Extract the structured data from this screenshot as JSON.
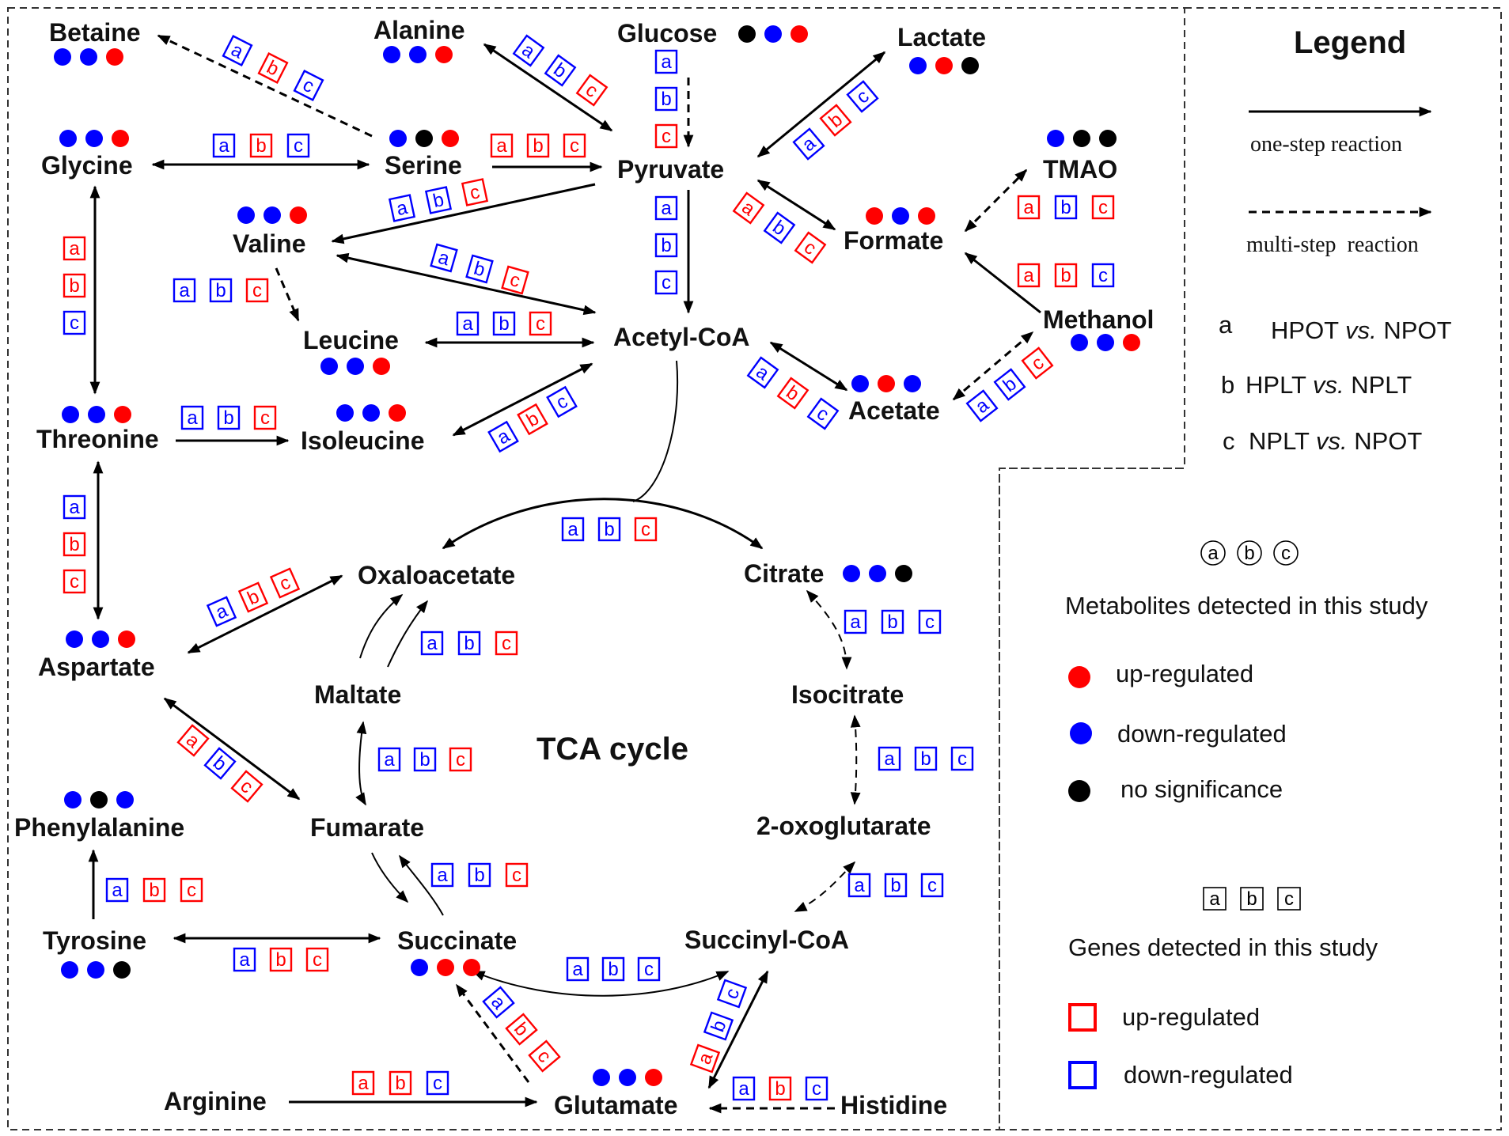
{
  "colors": {
    "up": "#ff0000",
    "down": "#0000ff",
    "ns": "#000000"
  },
  "metabolites": {
    "betaine": {
      "label": "Betaine",
      "dots": [
        "down",
        "down",
        "up"
      ]
    },
    "alanine": {
      "label": "Alanine",
      "dots": [
        "down",
        "down",
        "up"
      ]
    },
    "glucose": {
      "label": "Glucose",
      "dots": [
        "ns",
        "down",
        "up"
      ]
    },
    "lactate": {
      "label": "Lactate",
      "dots": [
        "down",
        "up",
        "ns"
      ]
    },
    "glycine": {
      "label": "Glycine",
      "dots": [
        "down",
        "down",
        "up"
      ]
    },
    "serine": {
      "label": "Serine",
      "dots": [
        "down",
        "ns",
        "up"
      ]
    },
    "pyruvate": {
      "label": "Pyruvate",
      "dots": []
    },
    "tmao": {
      "label": "TMAO",
      "dots": [
        "down",
        "ns",
        "ns"
      ]
    },
    "valine": {
      "label": "Valine",
      "dots": [
        "down",
        "down",
        "up"
      ]
    },
    "formate": {
      "label": "Formate",
      "dots": [
        "up",
        "down",
        "up"
      ]
    },
    "leucine": {
      "label": "Leucine",
      "dots": [
        "down",
        "down",
        "up"
      ]
    },
    "acetyl_coa": {
      "label": "Acetyl-CoA",
      "dots": []
    },
    "methanol": {
      "label": "Methanol",
      "dots": [
        "down",
        "down",
        "up"
      ]
    },
    "threonine": {
      "label": "Threonine",
      "dots": [
        "down",
        "down",
        "up"
      ]
    },
    "isoleucine": {
      "label": "Isoleucine",
      "dots": [
        "down",
        "down",
        "up"
      ]
    },
    "acetate": {
      "label": "Acetate",
      "dots": [
        "down",
        "up",
        "down"
      ]
    },
    "oxaloacetate": {
      "label": "Oxaloacetate",
      "dots": []
    },
    "citrate": {
      "label": "Citrate",
      "dots": [
        "down",
        "down",
        "ns"
      ]
    },
    "aspartate": {
      "label": "Aspartate",
      "dots": [
        "down",
        "down",
        "up"
      ]
    },
    "maltate": {
      "label": "Maltate",
      "dots": []
    },
    "isocitrate": {
      "label": "Isocitrate",
      "dots": []
    },
    "phenylalanine": {
      "label": "Phenylalanine",
      "dots": [
        "down",
        "ns",
        "down"
      ]
    },
    "fumarate": {
      "label": "Fumarate",
      "dots": []
    },
    "oxoglutarate": {
      "label": "2-oxoglutarate",
      "dots": []
    },
    "tyrosine": {
      "label": "Tyrosine",
      "dots": [
        "down",
        "down",
        "ns"
      ]
    },
    "succinate": {
      "label": "Succinate",
      "dots": [
        "down",
        "up",
        "up"
      ]
    },
    "succinyl_coa": {
      "label": "Succinyl-CoA",
      "dots": []
    },
    "arginine": {
      "label": "Arginine",
      "dots": []
    },
    "glutamate": {
      "label": "Glutamate",
      "dots": [
        "down",
        "down",
        "up"
      ]
    },
    "histidine": {
      "label": "Histidine",
      "dots": []
    }
  },
  "center_label": "TCA cycle",
  "gene_sets": [
    {
      "id": "serine-betaine",
      "colors": [
        "down",
        "up",
        "down"
      ]
    },
    {
      "id": "alanine-pyruvate",
      "colors": [
        "down",
        "down",
        "up"
      ]
    },
    {
      "id": "glucose-pyruvate",
      "colors": [
        "down",
        "down",
        "up"
      ]
    },
    {
      "id": "pyruvate-lactate",
      "colors": [
        "down",
        "up",
        "down"
      ]
    },
    {
      "id": "glycine-serine",
      "colors": [
        "down",
        "up",
        "down"
      ]
    },
    {
      "id": "serine-pyruvate",
      "colors": [
        "up",
        "up",
        "up"
      ]
    },
    {
      "id": "pyruvate-valine",
      "colors": [
        "down",
        "down",
        "up"
      ]
    },
    {
      "id": "pyruvate-formate",
      "colors": [
        "up",
        "down",
        "up"
      ]
    },
    {
      "id": "formate-tmao",
      "colors": [
        "up",
        "down",
        "up"
      ]
    },
    {
      "id": "methanol-formate",
      "colors": [
        "up",
        "up",
        "down"
      ]
    },
    {
      "id": "glycine-threonine",
      "colors": [
        "up",
        "up",
        "down"
      ]
    },
    {
      "id": "valine-acetylcoa",
      "colors": [
        "down",
        "down",
        "up"
      ]
    },
    {
      "id": "pyruvate-acetylcoa",
      "colors": [
        "down",
        "down",
        "down"
      ]
    },
    {
      "id": "valine-leucine",
      "colors": [
        "down",
        "down",
        "up"
      ]
    },
    {
      "id": "leucine-acetylcoa",
      "colors": [
        "down",
        "down",
        "up"
      ]
    },
    {
      "id": "acetylcoa-acetate",
      "colors": [
        "down",
        "up",
        "down"
      ]
    },
    {
      "id": "methanol-acetate",
      "colors": [
        "down",
        "down",
        "up"
      ]
    },
    {
      "id": "threonine-isoleucine",
      "colors": [
        "down",
        "down",
        "up"
      ]
    },
    {
      "id": "isoleucine-acetylcoa",
      "colors": [
        "down",
        "up",
        "down"
      ]
    },
    {
      "id": "acetylcoa-oxaloacetate",
      "colors": [
        "down",
        "down",
        "up"
      ]
    },
    {
      "id": "threonine-aspartate",
      "colors": [
        "down",
        "up",
        "up"
      ]
    },
    {
      "id": "aspartate-oxaloacetate",
      "colors": [
        "down",
        "up",
        "up"
      ]
    },
    {
      "id": "citrate-isocitrate",
      "colors": [
        "down",
        "down",
        "down"
      ]
    },
    {
      "id": "oxaloacetate-maltate",
      "colors": [
        "down",
        "down",
        "up"
      ]
    },
    {
      "id": "maltate-fumarate",
      "colors": [
        "down",
        "down",
        "up"
      ]
    },
    {
      "id": "aspartate-fumarate",
      "colors": [
        "up",
        "down",
        "up"
      ]
    },
    {
      "id": "isocitrate-oxoglutarate",
      "colors": [
        "down",
        "down",
        "down"
      ]
    },
    {
      "id": "tyrosine-phenylalanine",
      "colors": [
        "down",
        "up",
        "up"
      ]
    },
    {
      "id": "fumarate-succinate",
      "colors": [
        "down",
        "down",
        "up"
      ]
    },
    {
      "id": "oxoglutarate-succinylcoa",
      "colors": [
        "down",
        "down",
        "down"
      ]
    },
    {
      "id": "tyrosine-succinate",
      "colors": [
        "down",
        "up",
        "up"
      ]
    },
    {
      "id": "succinate-succinylcoa",
      "colors": [
        "down",
        "down",
        "down"
      ]
    },
    {
      "id": "glutamate-succinate",
      "colors": [
        "down",
        "up",
        "up"
      ]
    },
    {
      "id": "glutamate-succinylcoa",
      "colors": [
        "up",
        "down",
        "down"
      ]
    },
    {
      "id": "arginine-glutamate",
      "colors": [
        "up",
        "up",
        "down"
      ]
    },
    {
      "id": "histidine-glutamate",
      "colors": [
        "down",
        "up",
        "down"
      ]
    }
  ],
  "legend": {
    "title": "Legend",
    "one_step": "one-step reaction",
    "multi_step": "multi-step  reaction",
    "comparisons": [
      {
        "letter": "a",
        "text_pre": "HPOT ",
        "vs": "vs.",
        "text_post": " NPOT"
      },
      {
        "letter": "b",
        "text_pre": "HPLT ",
        "vs": "vs.",
        "text_post": " NPLT"
      },
      {
        "letter": "c",
        "text_pre": "NPLT ",
        "vs": "vs.",
        "text_post": " NPOT"
      }
    ],
    "metabolite_symbols": [
      "a",
      "b",
      "c"
    ],
    "metabolites_caption": "Metabolites detected in this study",
    "up": "up-regulated",
    "down": "down-regulated",
    "ns": "no significance",
    "gene_symbols": [
      "a",
      "b",
      "c"
    ],
    "genes_caption": "Genes detected in this study",
    "gene_up": "up-regulated",
    "gene_down": "down-regulated"
  }
}
